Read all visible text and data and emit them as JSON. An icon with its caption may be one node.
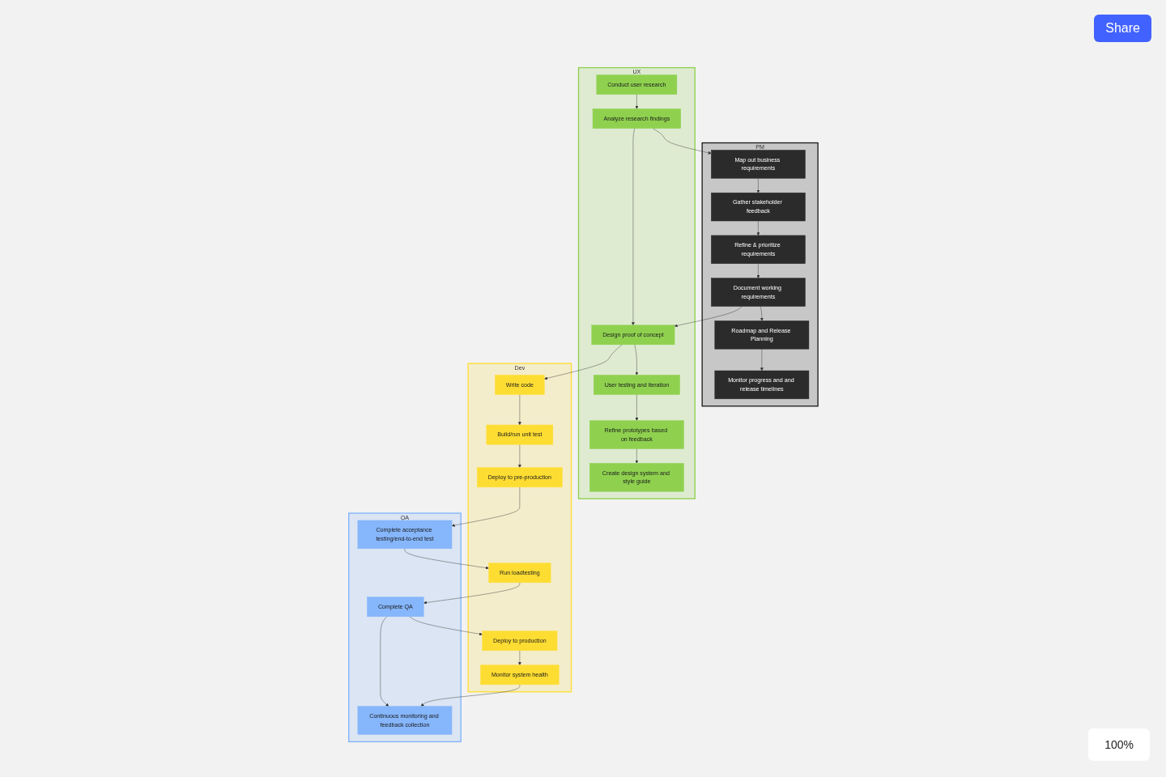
{
  "diagram": {
    "nodes": [
      {
        "text": [
          "PM"
        ]
      },
      {
        "text": [
          "Map out business requirements"
        ],
        "in": 0
      },
      {
        "text": [
          "Gather stakeholder feedback"
        ],
        "in": 0
      },
      {
        "text": [
          "Refine & prioritize requirements"
        ],
        "in": 0
      },
      {
        "text": [
          "Document working requirements"
        ],
        "in": 0
      },
      {
        "text": [
          "Roadmap and Release Planning"
        ],
        "in": 0
      },
      {
        "text": [
          "Monitor progress and and release timelines"
        ],
        "in": 0
      },
      {
        "text": [
          "UX"
        ]
      },
      {
        "text": [
          "Conduct user research"
        ],
        "in": 7
      },
      {
        "text": [
          "Analyze research findings"
        ],
        "in": 7
      },
      {
        "text": [
          "Design proof of concept"
        ],
        "in": 7
      },
      {
        "text": [
          "User testing and iteration"
        ],
        "in": 7
      },
      {
        "text": [
          "Refine prototypes based on feedback"
        ],
        "in": 7
      },
      {
        "text": [
          "Create design system and style guide"
        ],
        "in": 7
      },
      {
        "text": [
          "Dev"
        ]
      },
      {
        "text": [
          "Write code"
        ],
        "in": 14
      },
      {
        "text": [
          "Build/run unit test"
        ],
        "in": 14
      },
      {
        "text": [
          "Deploy to pre-production"
        ],
        "in": 14
      },
      {
        "text": [
          "Run loadtesting"
        ],
        "in": 14
      },
      {
        "text": [
          "Deploy to production"
        ],
        "in": 14
      },
      {
        "text": [
          "Monitor system health"
        ],
        "in": 14
      },
      {
        "text": [
          "QA"
        ]
      },
      {
        "text": [
          "Complete acceptance testing/end-to-end test"
        ],
        "in": 21
      },
      {
        "text": [
          "Complete QA"
        ],
        "in": 21
      },
      {
        "text": [
          "Continuous monitoring and feedback collection"
        ],
        "in": 21
      }
    ],
    "edges": [
      {
        "from": 1,
        "to": 2,
        "arrow": "to"
      },
      {
        "from": 2,
        "to": 3,
        "arrow": "to"
      },
      {
        "from": 3,
        "to": 4,
        "arrow": "to"
      },
      {
        "from": 4,
        "to": 5,
        "arrow": "to"
      },
      {
        "from": 5,
        "to": 6,
        "arrow": "to"
      },
      {
        "from": 9,
        "to": 1,
        "arrow": "to"
      },
      {
        "from": 4,
        "to": 10,
        "arrow": "to"
      },
      {
        "from": 8,
        "to": 9,
        "arrow": "to"
      },
      {
        "from": 9,
        "to": 10,
        "arrow": "to"
      },
      {
        "from": 10,
        "to": 11,
        "arrow": "to"
      },
      {
        "from": 11,
        "to": 12,
        "arrow": "to"
      },
      {
        "from": 12,
        "to": 13,
        "arrow": "to"
      },
      {
        "from": 10,
        "to": 15,
        "arrow": "to"
      },
      {
        "from": 15,
        "to": 16,
        "arrow": "to"
      },
      {
        "from": 16,
        "to": 17,
        "arrow": "to"
      },
      {
        "from": 17,
        "to": 22,
        "arrow": "to"
      },
      {
        "from": 22,
        "to": 18,
        "arrow": "to"
      },
      {
        "from": 18,
        "to": 23,
        "arrow": "to"
      },
      {
        "from": 23,
        "to": 19,
        "arrow": "to"
      },
      {
        "from": 19,
        "to": 20,
        "arrow": "to"
      },
      {
        "from": 20,
        "to": 24,
        "arrow": "to"
      },
      {
        "from": 23,
        "to": 24,
        "arrow": "to"
      }
    ],
    "labels": [
      "Share",
      "100%"
    ]
  }
}
